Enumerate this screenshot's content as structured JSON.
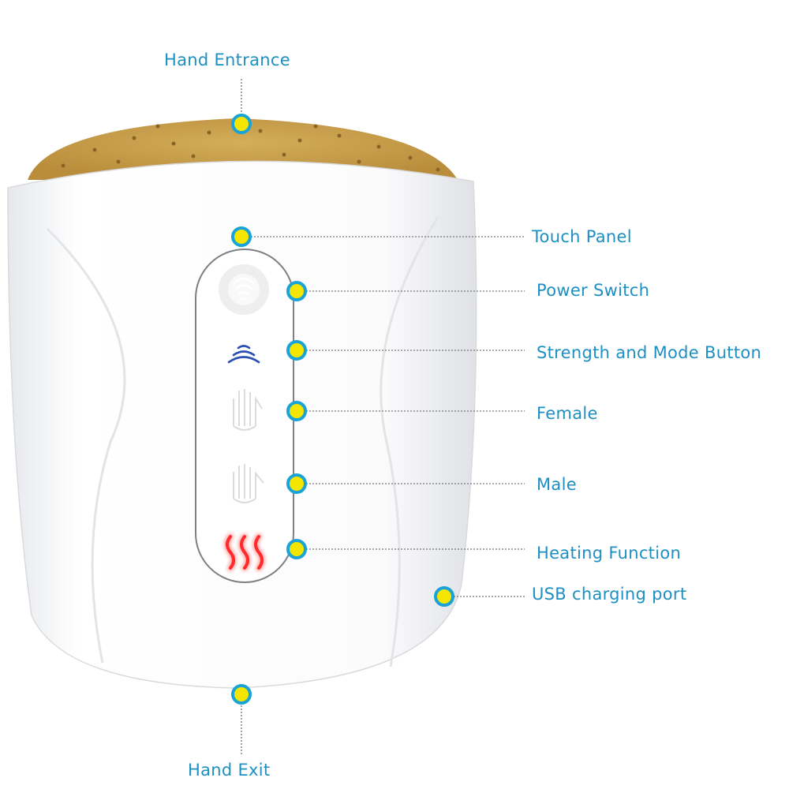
{
  "callouts": {
    "hand_entrance": "Hand Entrance",
    "touch_panel": "Touch Panel",
    "power_switch": "Power Switch",
    "strength_mode": "Strength and Mode Button",
    "female": "Female",
    "male": "Male",
    "heating": "Heating Function",
    "usb_port": "USB charging port",
    "hand_exit": "Hand Exit"
  },
  "colors": {
    "label_text": "#1d8fc2",
    "marker_fill": "#f4e600",
    "marker_ring": "#1aa3d6",
    "leader_line": "#777777",
    "device_body": "#ffffff",
    "inner_pad": "#c9a24f",
    "heat_icon": "#ff2a2a",
    "wave_icon": "#2a4fb3"
  },
  "icons": {
    "power": "fingerprint-power-icon",
    "mode": "wave-signal-icon",
    "female": "female-hand-icon",
    "male": "male-hand-icon",
    "heat": "heat-waves-icon"
  }
}
